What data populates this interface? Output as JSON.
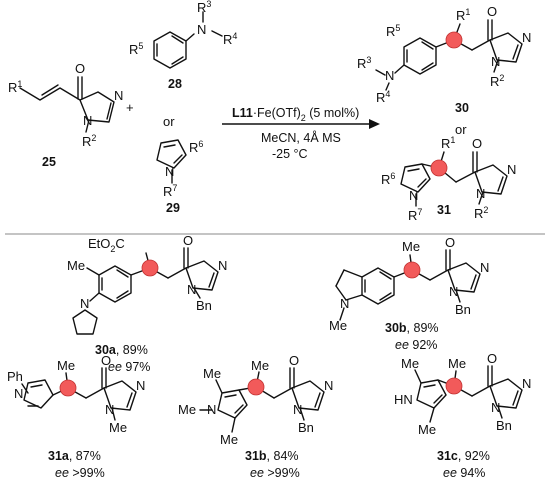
{
  "reactants": {
    "enone_number": "25",
    "arylamine_number": "28",
    "pyrrole_number": "29",
    "plus_sign": "+",
    "or_word": "or"
  },
  "conditions": {
    "catalyst_ligand": "L11",
    "catalyst_metal": "·Fe(OTf)",
    "catalyst_subscript": "2",
    "catalyst_loading": " (5 mol%)",
    "solvent": "MeCN, 4Å MS",
    "temperature": "-25 °C"
  },
  "products_general": {
    "product_a_number": "30",
    "product_b_number": "31",
    "or_word": "or"
  },
  "atom_labels": {
    "O": "O",
    "N": "N",
    "R": "R",
    "sup1": "1",
    "sup2": "2",
    "sup3": "3",
    "sup4": "4",
    "sup5": "5",
    "sup6": "6",
    "sup7": "7",
    "Bn": "Bn",
    "Me": "Me",
    "Ph": "Ph",
    "HN": "HN",
    "EtO2C": "EtO",
    "EtO2C_sub": "2",
    "EtO2C_end": "C"
  },
  "examples": [
    {
      "id": "30a",
      "yield": ", 89%",
      "ee_label": "ee",
      "ee_value": " 97%"
    },
    {
      "id": "30b",
      "yield": ", 89%",
      "ee_label": "ee",
      "ee_value": " 92%"
    },
    {
      "id": "31a",
      "yield": ", 87%",
      "ee_label": "ee",
      "ee_value": " >99%"
    },
    {
      "id": "31b",
      "yield": ", 84%",
      "ee_label": "ee",
      "ee_value": " >99%"
    },
    {
      "id": "31c",
      "yield": ", 92%",
      "ee_label": "ee",
      "ee_value": " 94%"
    }
  ],
  "colors": {
    "stereocenter_marker": "#f25a5a",
    "divider": "#888888"
  }
}
